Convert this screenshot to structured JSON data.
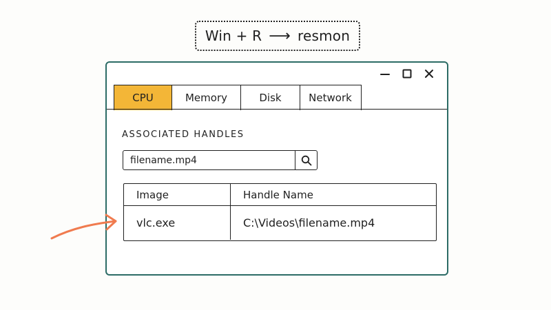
{
  "shortcut": {
    "keys": "Win + R",
    "arrow": "⟶",
    "command": "resmon"
  },
  "window": {
    "frame_color": "#2b6b65",
    "controls": [
      "minimize-icon",
      "maximize-icon",
      "close-icon"
    ],
    "tabs": [
      {
        "label": "CPU",
        "active": true
      },
      {
        "label": "Memory",
        "active": false
      },
      {
        "label": "Disk",
        "active": false
      },
      {
        "label": "Network",
        "active": false
      }
    ],
    "active_tab_color": "#f3b637",
    "section_title": "Associated Handles",
    "search": {
      "value": "filename.mp4",
      "icon": "search-icon"
    },
    "table": {
      "columns": [
        "Image",
        "Handle Name"
      ],
      "rows": [
        [
          "vlc.exe",
          "C:\\Videos\\filename.mp4"
        ]
      ]
    }
  },
  "annotation": {
    "arrow_color": "#f07b4f",
    "icon": "pointer-arrow-icon"
  }
}
